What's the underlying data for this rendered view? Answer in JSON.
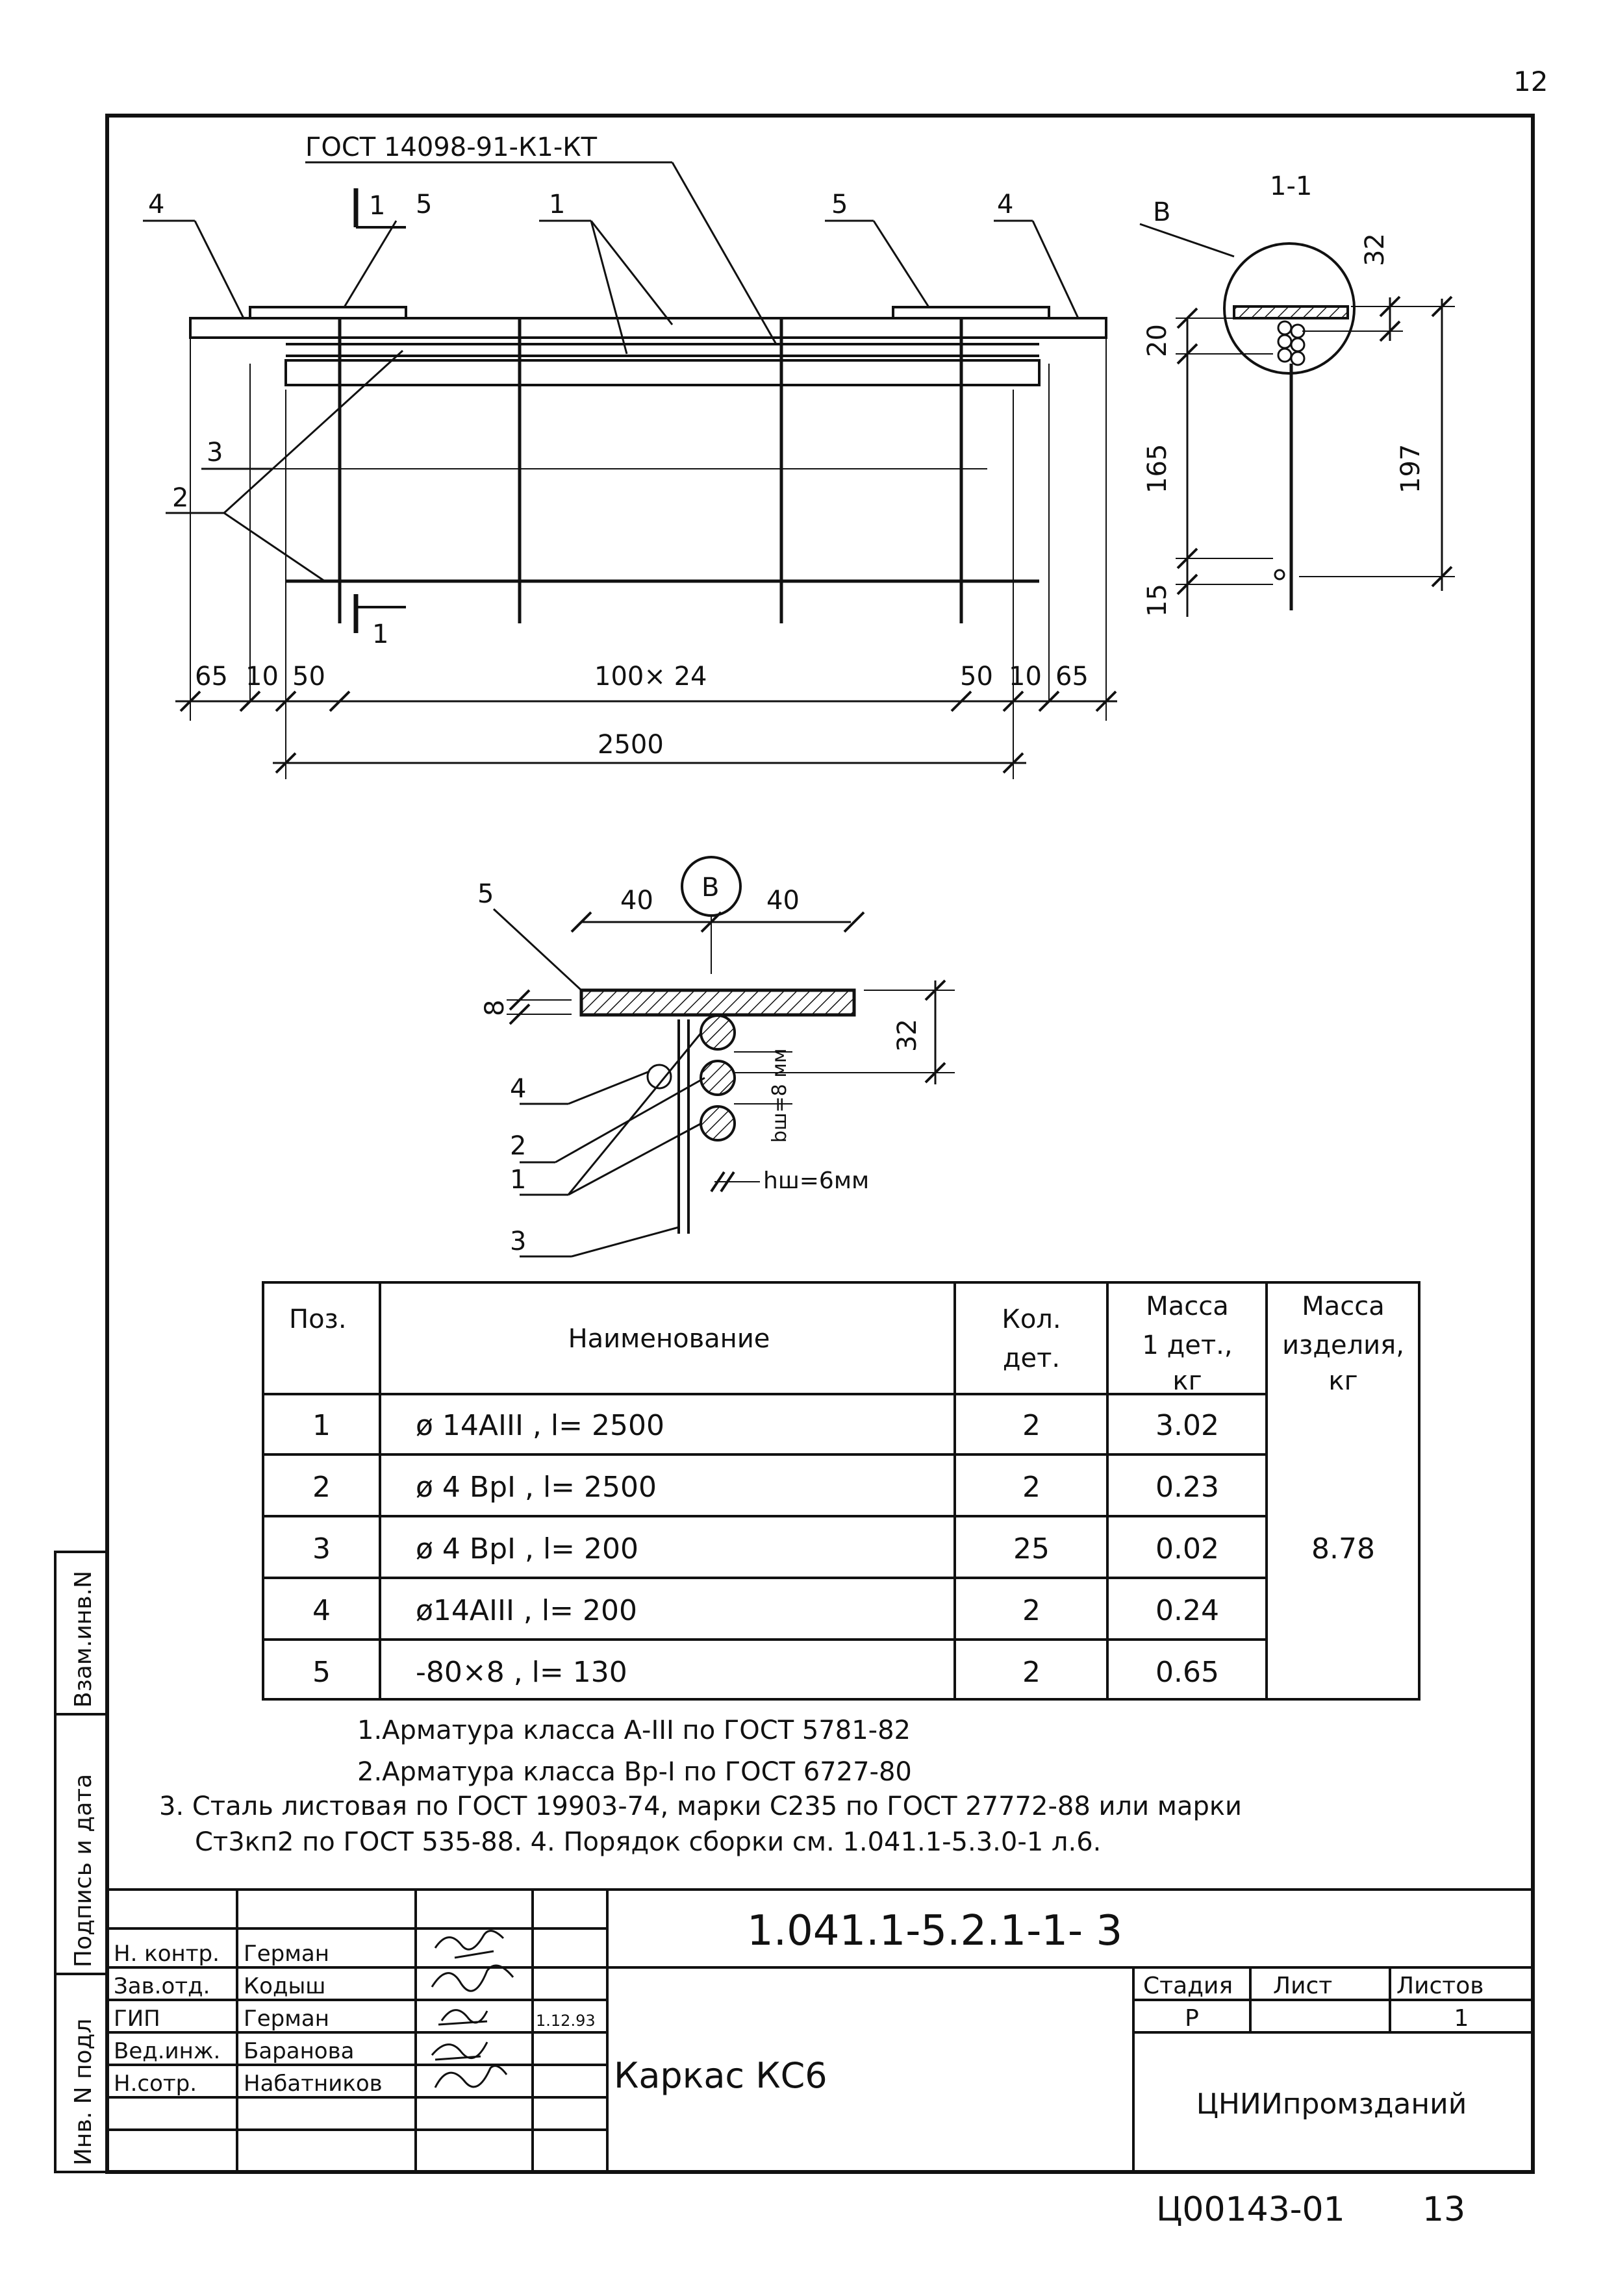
{
  "sheet_corner_number": "12",
  "drawing": {
    "gost_callout": "ГОСТ 14098-91-К1-КТ",
    "section_label_1": "1",
    "section_label_2": "1",
    "section_title": "1-1",
    "position_labels": {
      "p1": "1",
      "p2": "2",
      "p3": "3",
      "p4a": "4",
      "p4b": "4",
      "p5a": "5",
      "p5b": "5"
    },
    "dimensions": {
      "d65_left": "65",
      "d10_left": "10",
      "d50_left": "50",
      "d_mid": "100× 24",
      "d50_right": "50",
      "d10_right": "10",
      "d65_right": "65",
      "d_total": "2500"
    },
    "section_view": {
      "node_label": "B",
      "d32": "32",
      "d20": "20",
      "d165": "165",
      "d15": "15",
      "d197": "197"
    },
    "detail_view": {
      "node_label": "B",
      "d40_left": "40",
      "d40_right": "40",
      "d8": "8",
      "d32": "32",
      "pos5": "5",
      "pos4": "4",
      "pos2": "2",
      "pos1": "1",
      "pos3": "3",
      "weld_bw": "bш=8 мм",
      "weld_hw": "hш=6мм"
    }
  },
  "spec_table": {
    "headers": {
      "pos": "Поз.",
      "name": "Наименование",
      "qty_1": "Кол.",
      "qty_2": "дет.",
      "mass1_1": "Масса",
      "mass1_2": "1 дет.,",
      "mass1_3": "кг",
      "mass2_1": "Масса",
      "mass2_2": "изделия,",
      "mass2_3": "кг"
    },
    "rows": [
      {
        "pos": "1",
        "name": "ø 14АIII , l= 2500",
        "qty": "2",
        "mass": "3.02"
      },
      {
        "pos": "2",
        "name": "ø 4 ВрI , l= 2500",
        "qty": "2",
        "mass": "0.23"
      },
      {
        "pos": "3",
        "name": "ø 4 ВрI , l= 200",
        "qty": "25",
        "mass": "0.02"
      },
      {
        "pos": "4",
        "name": "ø14АIII , l= 200",
        "qty": "2",
        "mass": "0.24"
      },
      {
        "pos": "5",
        "name": "-80×8 , l= 130",
        "qty": "2",
        "mass": "0.65"
      }
    ],
    "total_mass": "8.78"
  },
  "notes": {
    "n1": "1.Арматура класса А-III по ГОСТ 5781-82",
    "n2": "2.Арматура класса Вр-I по ГОСТ 6727-80",
    "n3": "3. Сталь листовая по ГОСТ 19903-74, марки С235 по ГОСТ 27772-88 или марки",
    "n4": "Ст3кп2 по ГОСТ 535-88. 4. Порядок сборки см. 1.041.1-5.3.0-1 л.6."
  },
  "side_stamp": {
    "inv_podl": "Инв. N подл",
    "podpis": "Подпись и дата",
    "vzam": "Взам.инв.N"
  },
  "title_block": {
    "doc_code": "1.041.1-5.2.1-1- 3",
    "title": "Каркас КС6",
    "organization": "ЦНИИпромзданий",
    "stage_hdr": "Стадия",
    "sheet_hdr": "Лист",
    "sheets_hdr": "Листов",
    "stage": "Р",
    "sheet": "",
    "sheets": "1",
    "signers": [
      {
        "role": "Н. контр.",
        "name": "Герман",
        "date": ""
      },
      {
        "role": "Зав.отд.",
        "name": "Кодыш",
        "date": ""
      },
      {
        "role": "ГИП",
        "name": "Герман",
        "date": "1.12.93"
      },
      {
        "role": "Вед.инж.",
        "name": "Баранова",
        "date": ""
      },
      {
        "role": "Н.сотр.",
        "name": "Набатников",
        "date": ""
      }
    ]
  },
  "footer": {
    "code": "Ц00143-01",
    "page": "13"
  }
}
